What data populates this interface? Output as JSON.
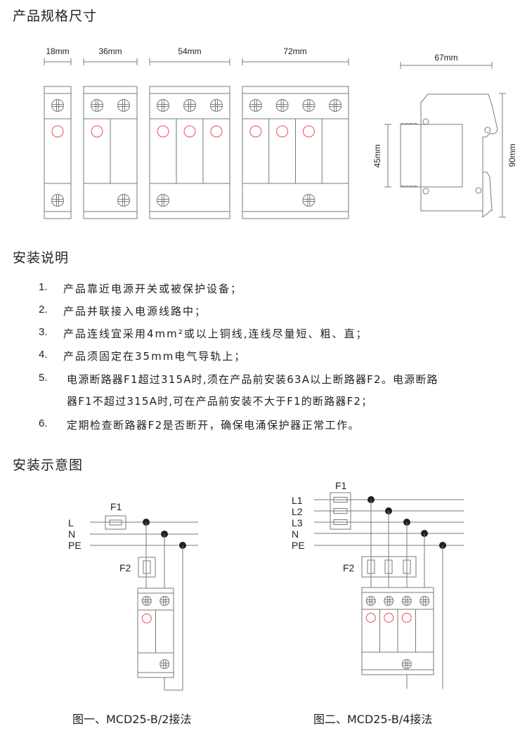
{
  "sections": {
    "dimensions_title": "产品规格尺寸",
    "instructions_title": "安装说明",
    "diagram_title": "安装示意图"
  },
  "dimensions": {
    "widths": [
      "18mm",
      "36mm",
      "54mm",
      "72mm"
    ],
    "side_depth": "67mm",
    "side_front_height": "45mm",
    "side_height": "90mm"
  },
  "instructions": [
    {
      "num": "1.",
      "text": "产品靠近电源开关或被保护设备；"
    },
    {
      "num": "2.",
      "text": "产品并联接入电源线路中；"
    },
    {
      "num": "3.",
      "text": "产品连线宜采用4mm²或以上铜线,连线尽量短、粗、直；"
    },
    {
      "num": "4.",
      "text": "产品须固定在35mm电气导轨上；"
    },
    {
      "num": "5.",
      "text": "电源断路器F1超过315A时,须在产品前安装63A以上断路器F2。电源断路",
      "cont": "器F1不超过315A时,可在产品前安装不大于F1的断路器F2；"
    },
    {
      "num": "6.",
      "text": "定期检查断路器F2是否断开，确保电涌保护器正常工作。"
    }
  ],
  "diagram1": {
    "lines": [
      "L",
      "N",
      "PE"
    ],
    "f1": "F1",
    "f2": "F2",
    "caption": "图一、MCD25-B/2接法"
  },
  "diagram2": {
    "lines": [
      "L1",
      "L2",
      "L3",
      "N",
      "PE"
    ],
    "f1": "F1",
    "f2": "F2",
    "caption": "图二、MCD25-B/4接法"
  },
  "colors": {
    "line": "#7a7a7a",
    "indicator": "#e8505b",
    "text": "#231f20"
  }
}
